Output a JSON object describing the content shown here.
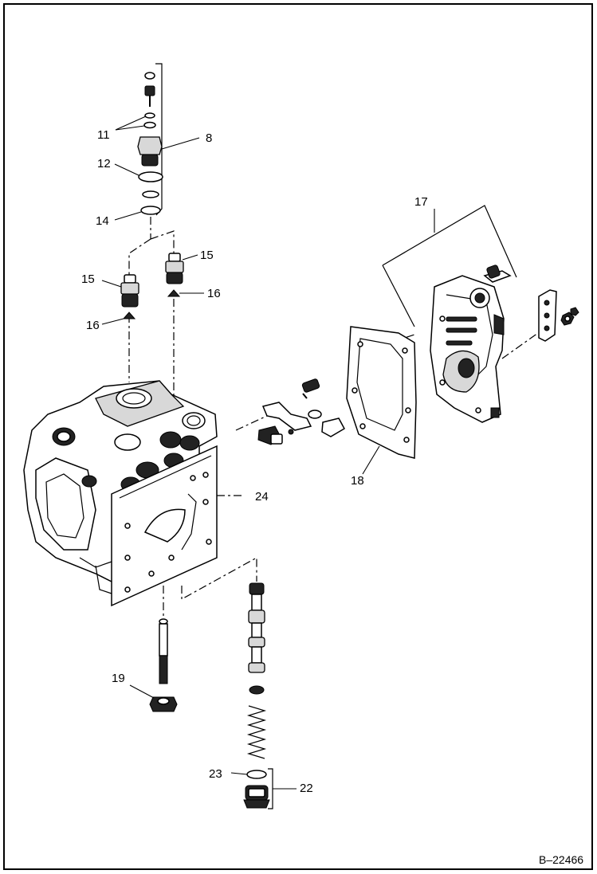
{
  "callouts": {
    "c8": "8",
    "c11": "11",
    "c12": "12",
    "c14": "14",
    "c15a": "15",
    "c15b": "15",
    "c16a": "16",
    "c16b": "16",
    "c17": "17",
    "c18": "18",
    "c19": "19",
    "c22": "22",
    "c23": "23",
    "c24": "24"
  },
  "reference": "B–22466",
  "colors": {
    "line": "#000000",
    "background": "#ffffff",
    "shade": "#d8d8d8"
  }
}
